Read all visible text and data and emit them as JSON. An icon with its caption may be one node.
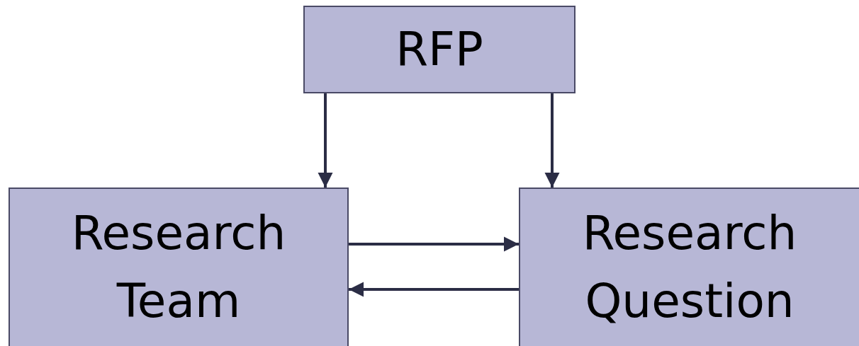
{
  "diagram": {
    "nodes": [
      {
        "text": [
          "RFP"
        ]
      },
      {
        "text": [
          "Research Team"
        ]
      },
      {
        "text": [
          "Research Question"
        ]
      }
    ],
    "edges": [
      {
        "from": 0,
        "to": 1,
        "arrow": "to"
      },
      {
        "from": 0,
        "to": 2,
        "arrow": "to"
      },
      {
        "from": 1,
        "to": 2,
        "arrow": "to"
      },
      {
        "from": 2,
        "to": 1,
        "arrow": "to"
      }
    ]
  }
}
